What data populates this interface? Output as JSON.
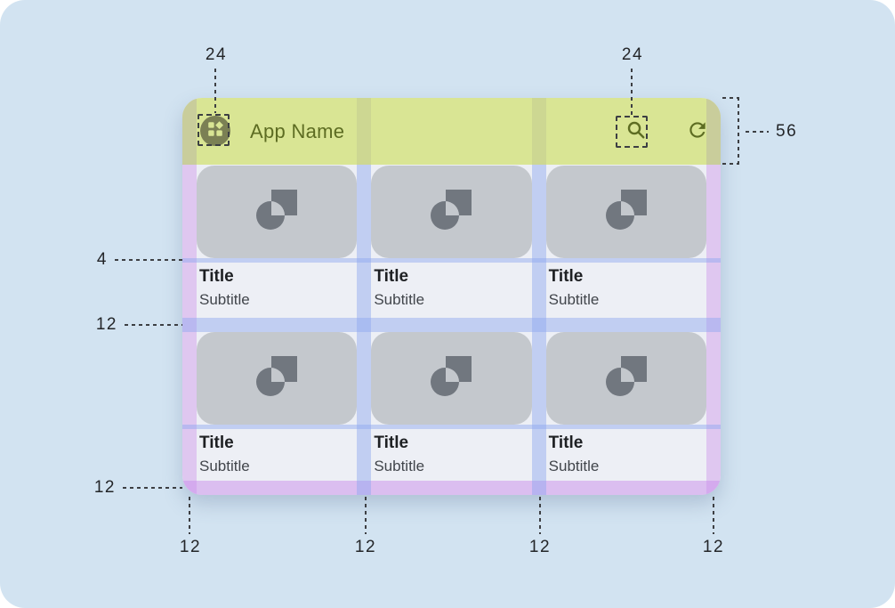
{
  "app": {
    "name": "App Name",
    "icons": {
      "logo": "apps-logo-icon",
      "search": "search-icon",
      "refresh": "refresh-icon",
      "card_placeholder": "image-placeholder-icon"
    }
  },
  "cards": [
    {
      "title": "Title",
      "subtitle": "Subtitle"
    },
    {
      "title": "Title",
      "subtitle": "Subtitle"
    },
    {
      "title": "Title",
      "subtitle": "Subtitle"
    },
    {
      "title": "Title",
      "subtitle": "Subtitle"
    },
    {
      "title": "Title",
      "subtitle": "Subtitle"
    },
    {
      "title": "Title",
      "subtitle": "Subtitle"
    }
  ],
  "annotations": {
    "top": {
      "left_icon_size": "24",
      "right_icon_size": "24"
    },
    "header_height": "56",
    "left": {
      "text_gap": "4",
      "row_gap": "12",
      "bottom_margin": "12"
    },
    "bottom": [
      "12",
      "12",
      "12",
      "12"
    ]
  },
  "colors": {
    "canvas_background": "#d2e3f1",
    "mockup_background": "#edeff5",
    "appbar_green": "#d9e594",
    "appbar_text": "#5d6c22",
    "logo_circle": "#7b8054",
    "card_image_gray": "#c4c8cd",
    "card_icon_gray": "#71777f",
    "title_text": "#1e2023",
    "subtitle_text": "#41454b",
    "margin_overlay_purple": "#dfc7f0",
    "gutter_overlay_blue": "#b9c6f1",
    "annotation_line": "#3d3f43"
  }
}
